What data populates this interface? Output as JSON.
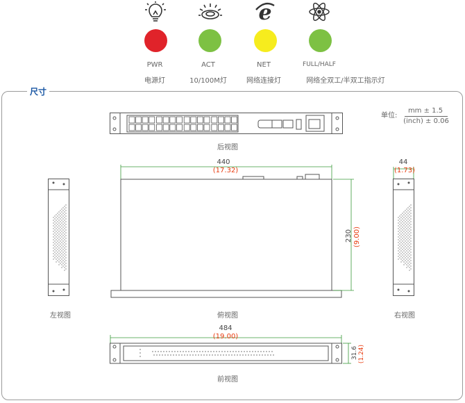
{
  "indicators": [
    {
      "icon": "lightbulb-icon",
      "color": "#e0232a",
      "label": "PWR",
      "desc": "电源灯"
    },
    {
      "icon": "activity-icon",
      "color": "#7dc143",
      "label": "ACT",
      "desc": "10/100M灯"
    },
    {
      "icon": "network-e-icon",
      "color": "#f6ec1e",
      "label": "NET",
      "desc": "网络连接灯"
    },
    {
      "icon": "atom-icon",
      "color": "#7dc143",
      "label": "FULL/HALF",
      "desc": "网络全双工/半双工指示灯"
    }
  ],
  "section_title": "尺寸",
  "unit": {
    "label": "单位:",
    "numerator": "mm ± 1.5",
    "denominator": "(inch) ± 0.06"
  },
  "views": {
    "rear": "后视图",
    "left": "左视图",
    "top": "俯视图",
    "right": "右视图",
    "front": "前视图"
  },
  "dimensions": {
    "top_width_mm": "440",
    "top_width_in": "(17.32)",
    "top_depth_mm": "230",
    "top_depth_in": "(9.00)",
    "right_width_mm": "44",
    "right_width_in": "(1.73)",
    "front_width_mm": "484",
    "front_width_in": "(19.00)",
    "front_height_mm": "31.6",
    "front_height_in": "(1.24)"
  },
  "colors": {
    "accent": "#1a57a4",
    "dim_orange": "#e8390c",
    "dim_line": "#3a9a3a",
    "frame": "#9a9a9a"
  }
}
